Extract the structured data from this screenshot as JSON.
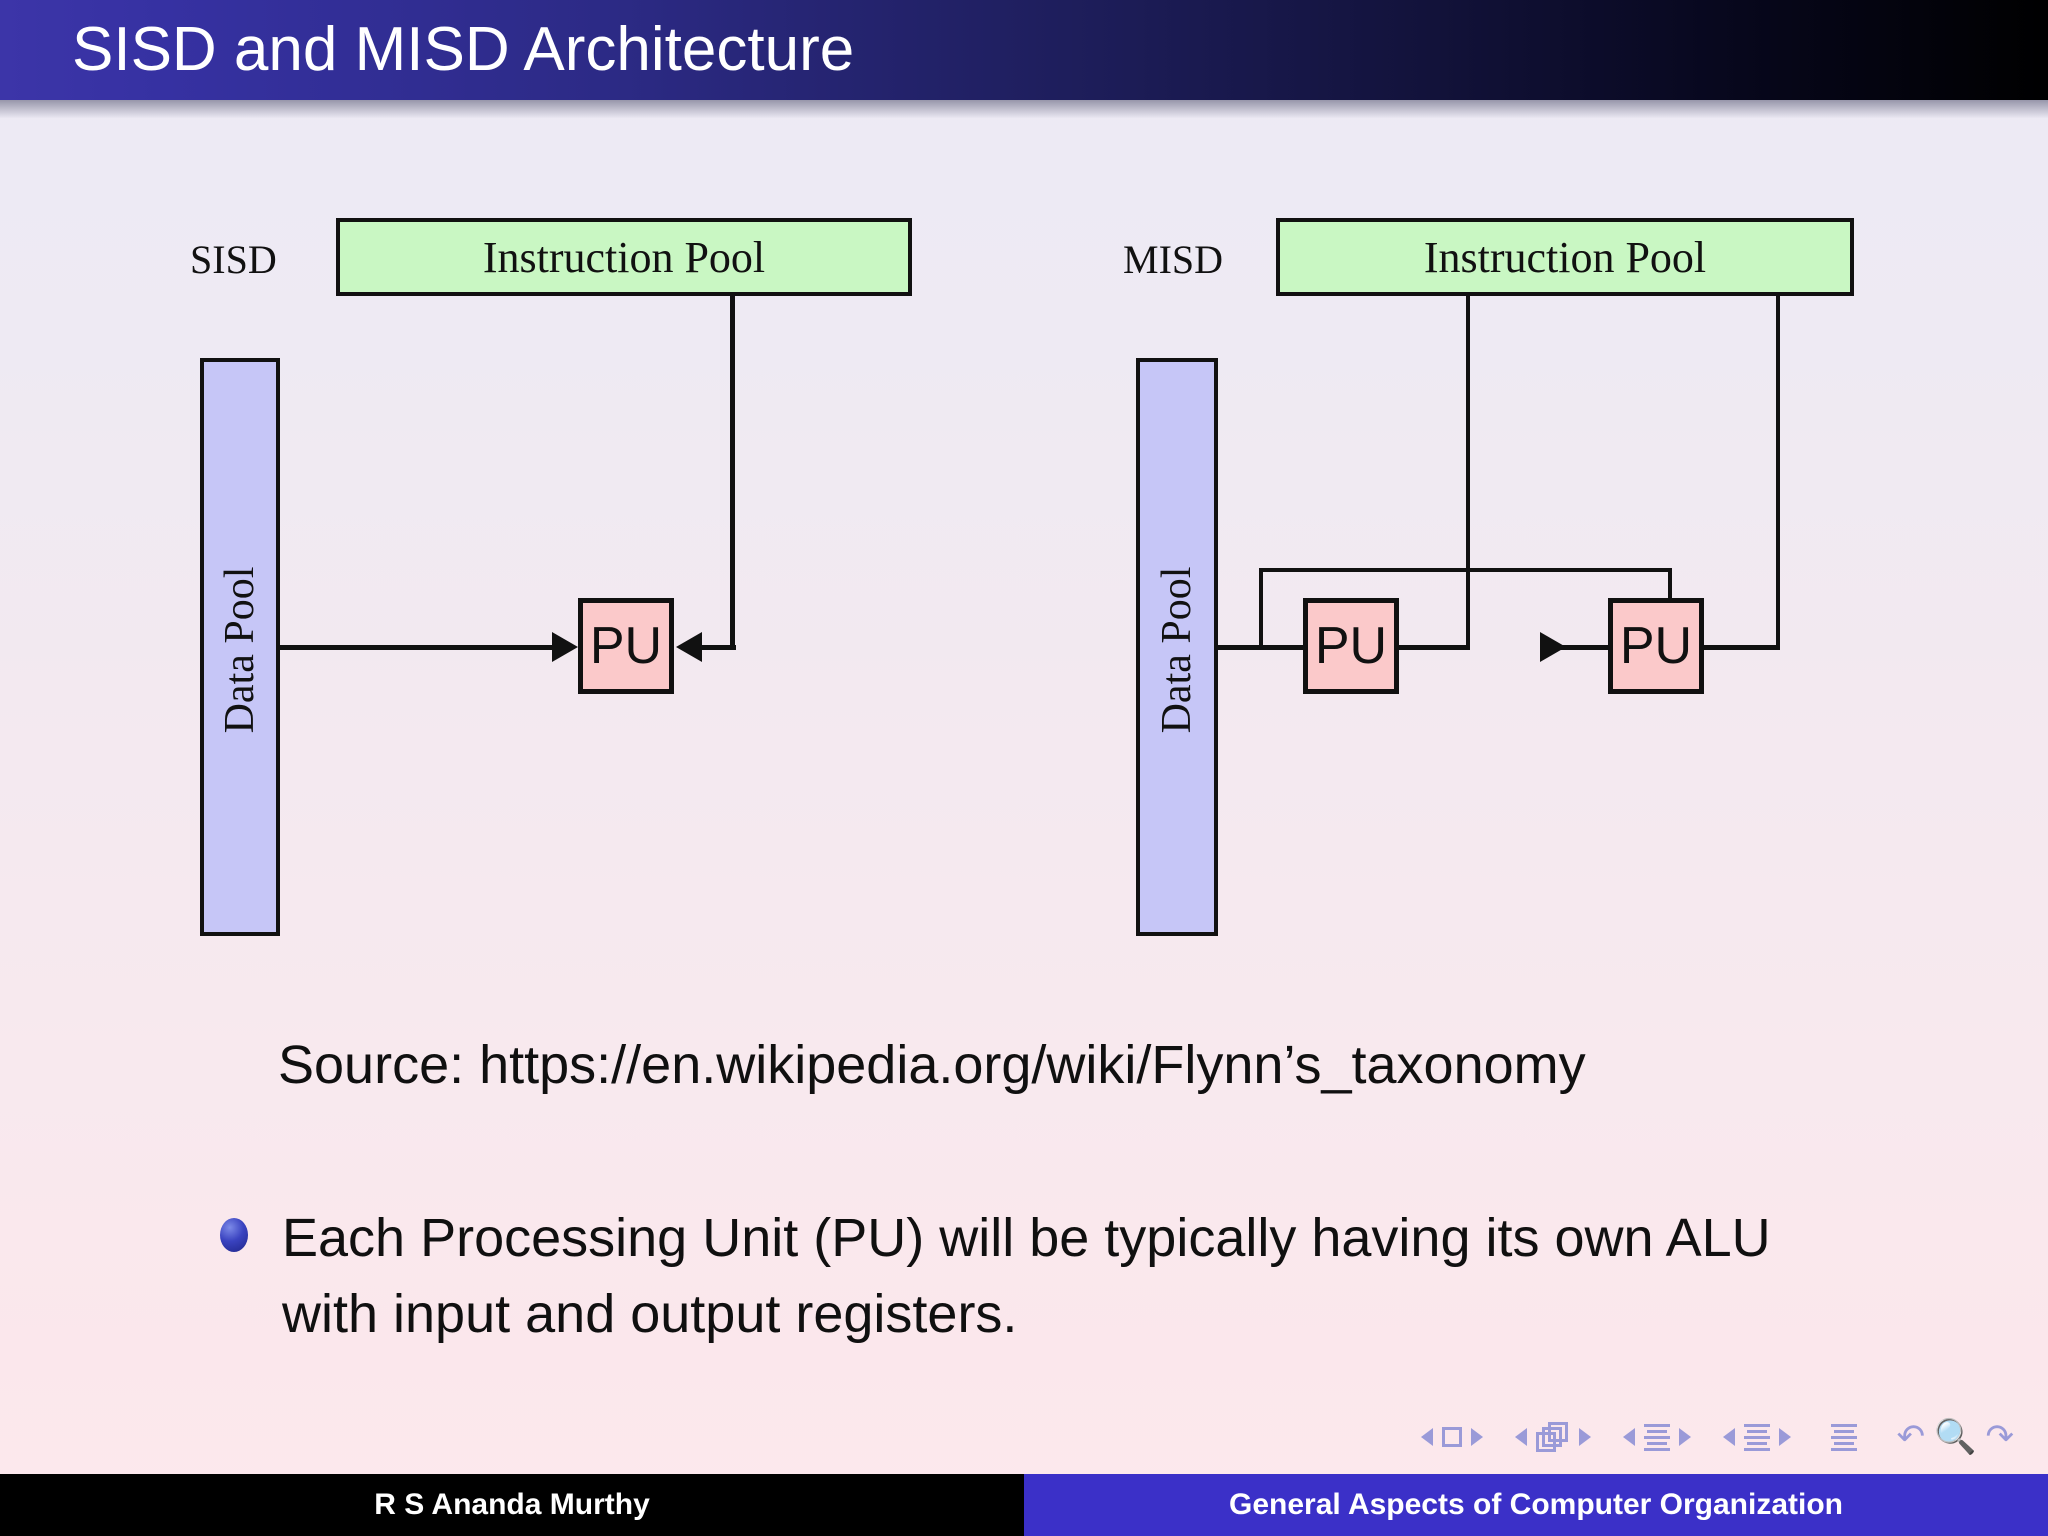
{
  "slide": {
    "title": "SISD and MISD Architecture",
    "title_bar_color_start": "#3c35a8",
    "title_bar_color_end": "#000000",
    "background_top": "#eceaf5",
    "background_bottom": "#fce9ed"
  },
  "diagrams": {
    "sisd": {
      "label": "SISD",
      "instruction_pool": "Instruction Pool",
      "data_pool": "Data Pool",
      "processing_units": [
        "PU"
      ],
      "box_color_instruction": "#c9f7c3",
      "box_color_data": "#c6c6f7",
      "box_color_pu": "#fbc9ca"
    },
    "misd": {
      "label": "MISD",
      "instruction_pool": "Instruction Pool",
      "data_pool": "Data Pool",
      "processing_units": [
        "PU",
        "PU"
      ],
      "box_color_instruction": "#c9f7c3",
      "box_color_data": "#c6c6f7",
      "box_color_pu": "#fbc9ca"
    }
  },
  "source": {
    "text": "Source: https://en.wikipedia.org/wiki/Flynn’s_taxonomy"
  },
  "bullets": [
    {
      "text": "Each Processing Unit (PU) will be typically having its own ALU with input and output registers."
    }
  ],
  "navigation": {
    "icons": [
      "prev-slide-icon",
      "slide-icon",
      "next-slide-icon",
      "prev-frame-icon",
      "frames-icon",
      "next-frame-icon",
      "prev-subsection-icon",
      "subsection-icon",
      "next-subsection-icon",
      "prev-section-icon",
      "section-icon",
      "next-section-icon",
      "document-icon",
      "back-icon",
      "search-icon",
      "forward-icon"
    ],
    "color": "#9a9ad8"
  },
  "footer": {
    "author": "R S Ananda Murthy",
    "subject": "General Aspects of Computer Organization",
    "left_bg": "#000000",
    "right_bg": "#3b30c8"
  }
}
